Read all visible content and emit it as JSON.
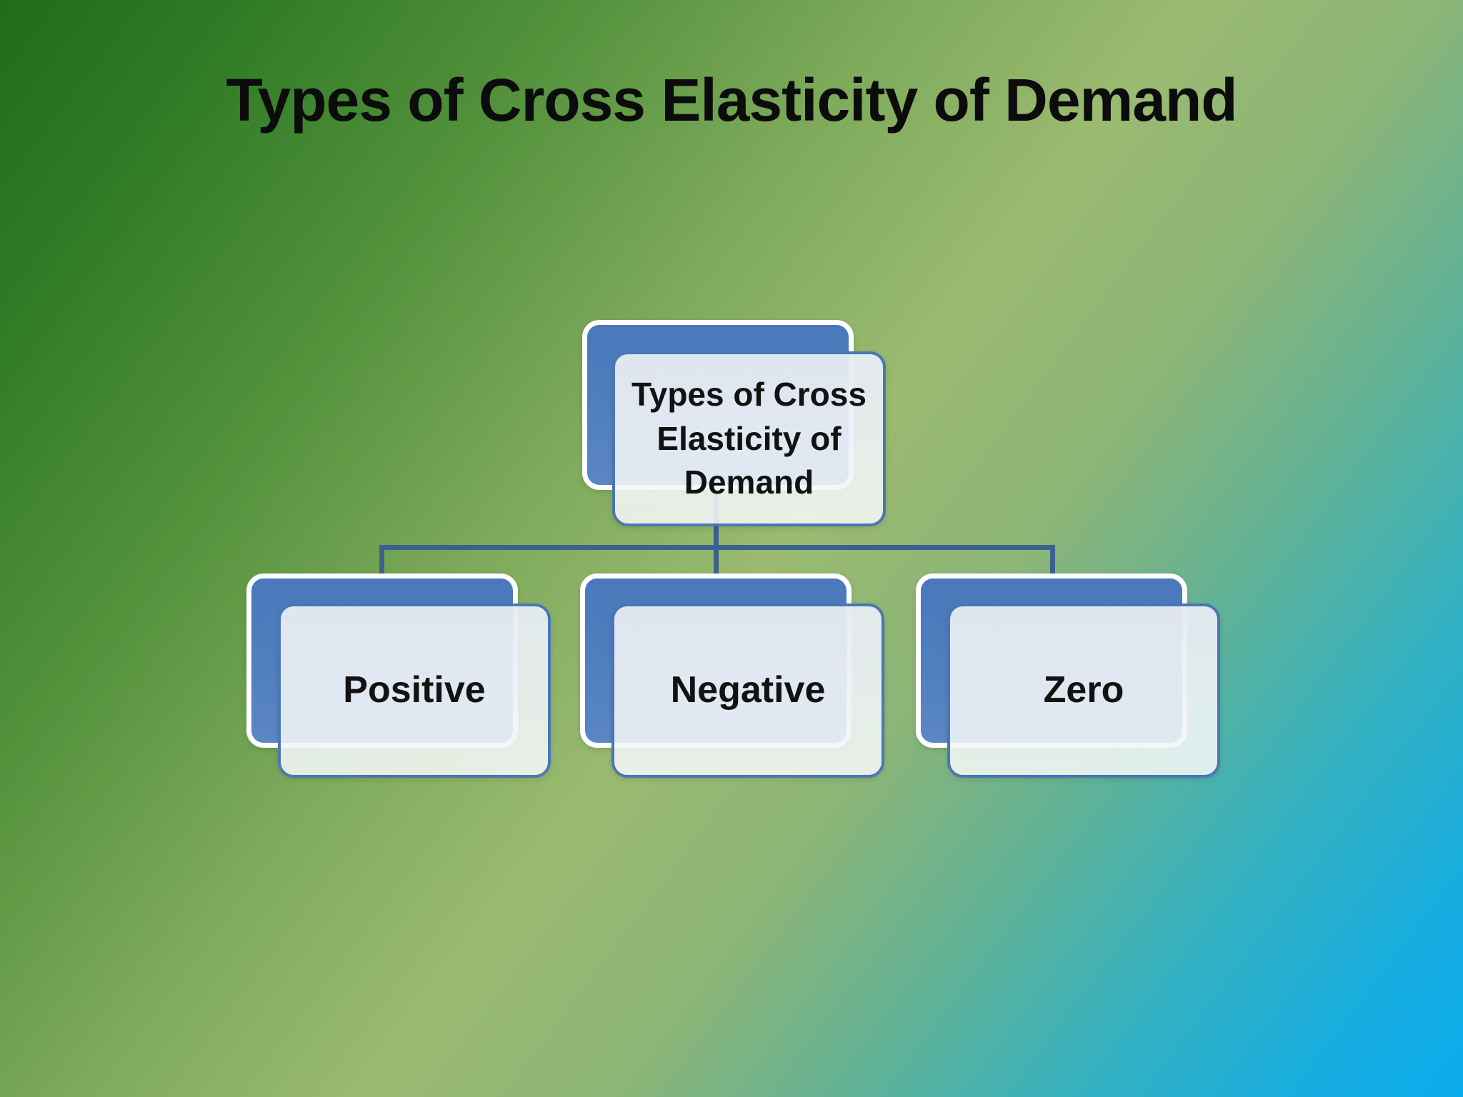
{
  "title": "Types of Cross Elasticity of Demand",
  "diagram": {
    "type": "hierarchy",
    "root": {
      "label": "Types of Cross Elasticity of Demand"
    },
    "children": [
      {
        "label": "Positive"
      },
      {
        "label": "Negative"
      },
      {
        "label": "Zero"
      }
    ]
  },
  "colors": {
    "background_top_left": "#1f6c1a",
    "background_middle_band": "#9aba70",
    "background_bottom_right": "#0aabec",
    "node_back_fill": "#4e7cbd",
    "node_back_border": "#ffffff",
    "node_front_fill": "#edf1f6",
    "node_front_border": "#4a77b4",
    "connector": "#3b6191",
    "title_text": "#0c0c0c",
    "node_text": "#121212"
  }
}
